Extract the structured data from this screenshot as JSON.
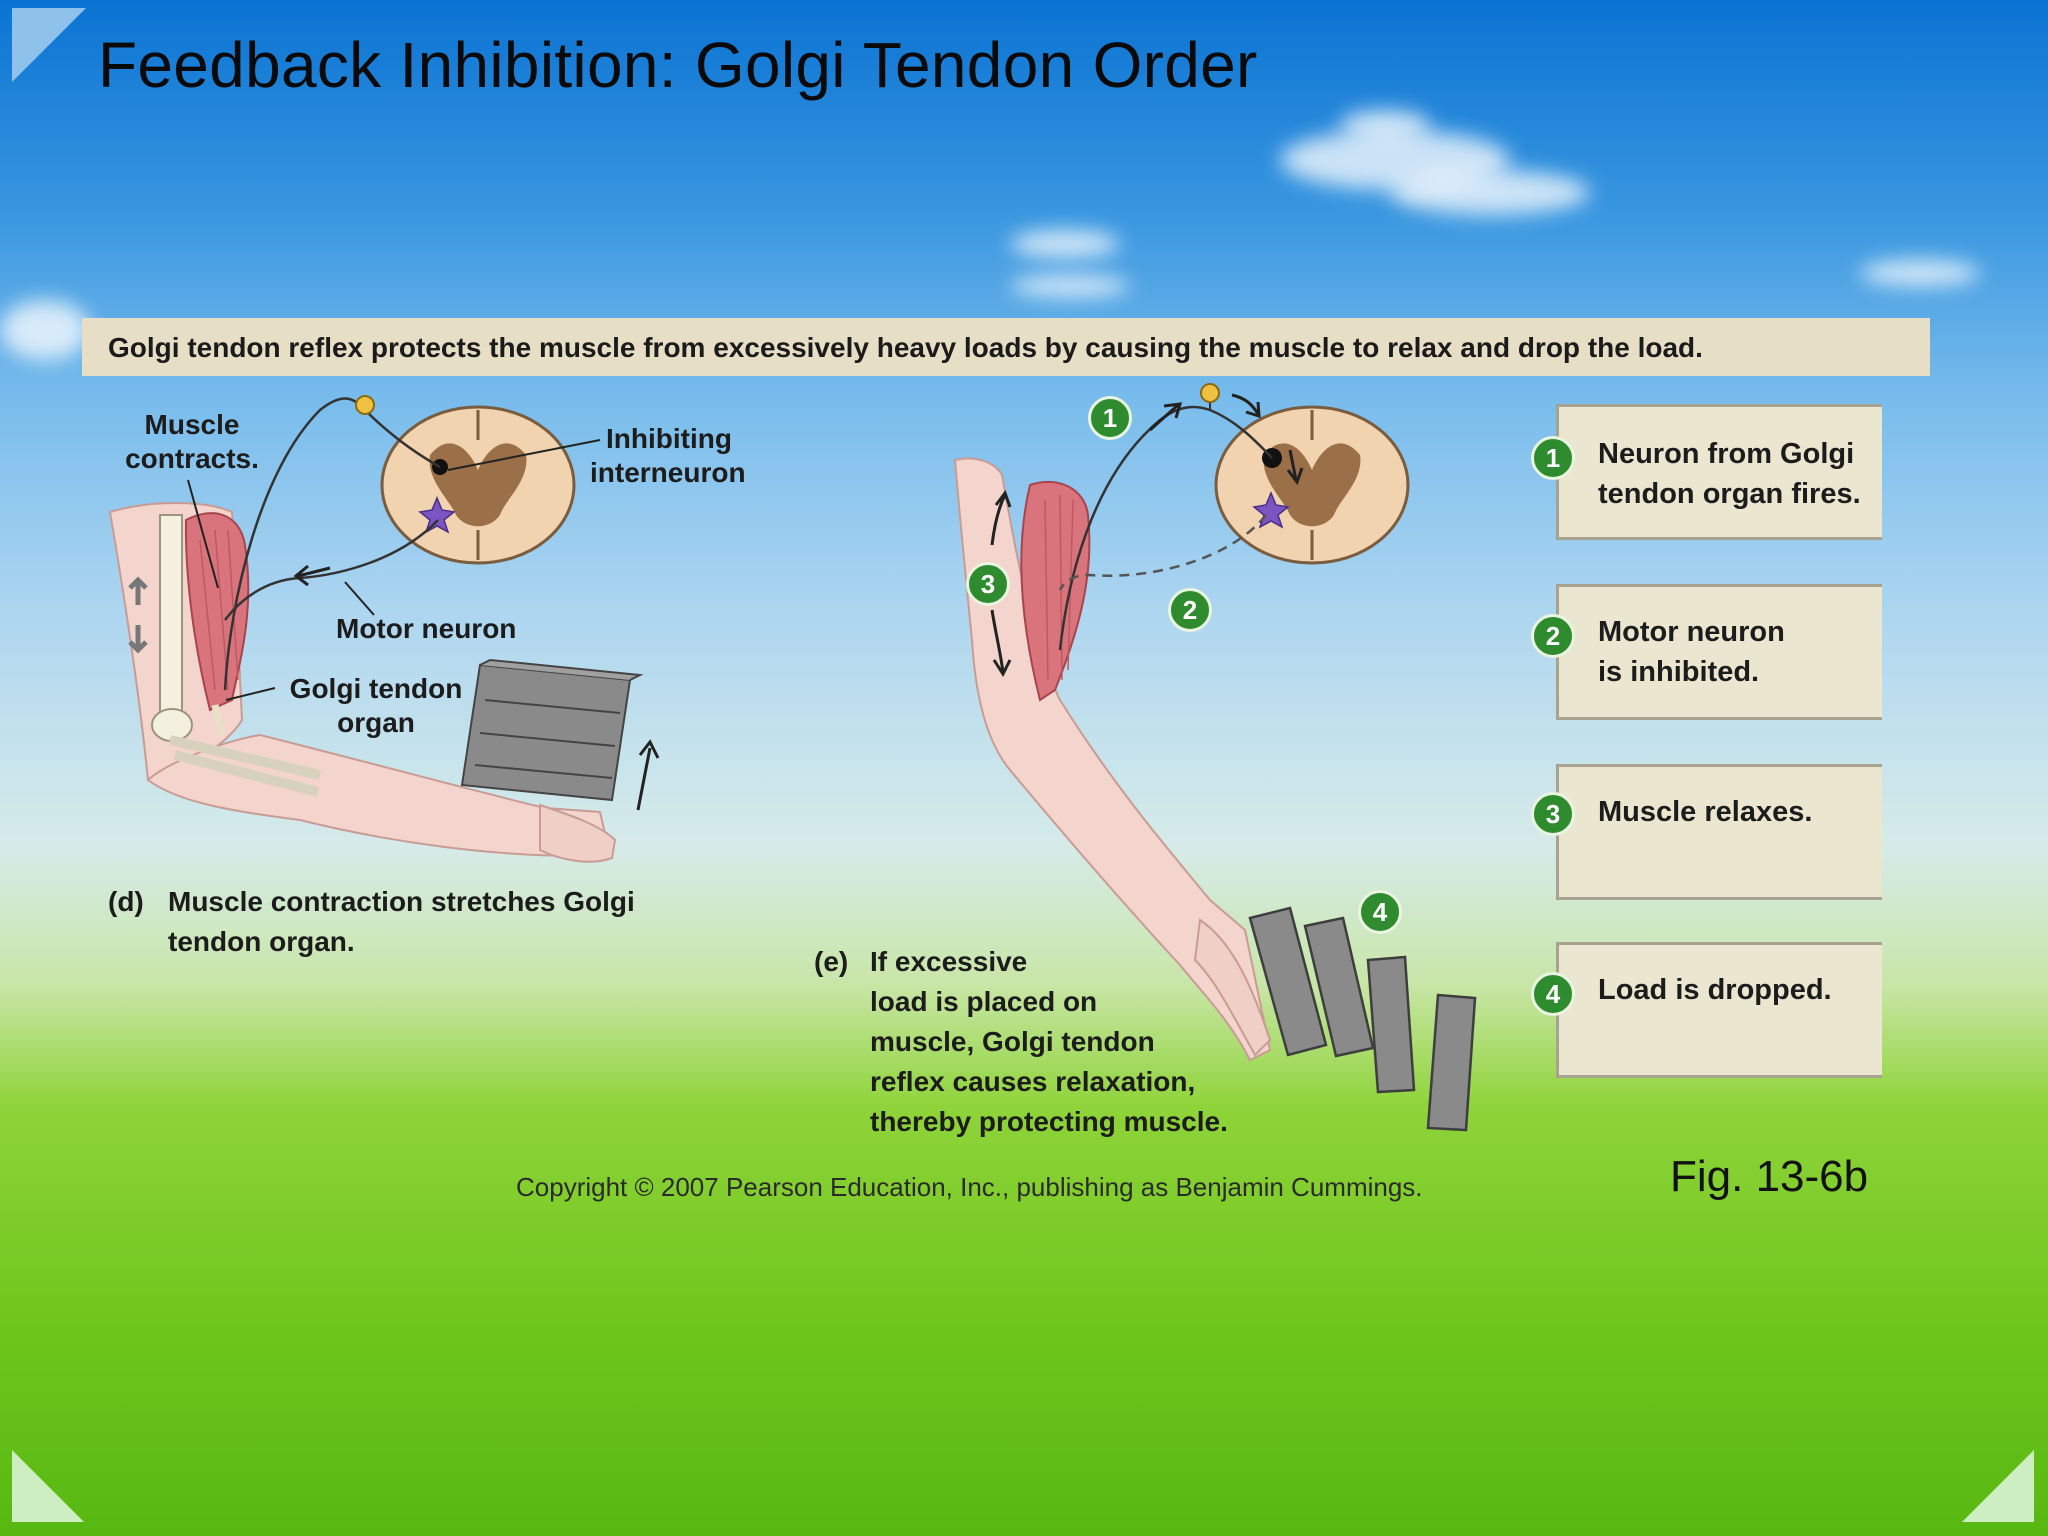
{
  "slide": {
    "title": "Feedback Inhibition: Golgi Tendon Order"
  },
  "header": {
    "bold": "Golgi tendon reflex",
    "rest": " protects the muscle from excessively heavy loads by causing the muscle to relax and drop the load."
  },
  "panel_d": {
    "label_muscle": [
      "Muscle",
      "contracts."
    ],
    "label_interneuron": [
      "Inhibiting",
      "interneuron"
    ],
    "label_motor": "Motor neuron",
    "label_golgi": [
      "Golgi tendon",
      "organ"
    ],
    "caption_tag": "(d)",
    "caption_lines": [
      "Muscle contraction stretches Golgi",
      "tendon organ."
    ]
  },
  "panel_e": {
    "caption_tag": "(e)",
    "caption_lines": [
      "If excessive",
      "load is placed on",
      "muscle, Golgi tendon",
      "reflex causes relaxation,",
      "thereby protecting muscle."
    ]
  },
  "steps": [
    {
      "num": "1",
      "lines": [
        "Neuron from Golgi",
        "tendon organ fires."
      ]
    },
    {
      "num": "2",
      "lines": [
        "Motor neuron",
        "is inhibited."
      ]
    },
    {
      "num": "3",
      "lines": [
        "Muscle relaxes."
      ]
    },
    {
      "num": "4",
      "lines": [
        "Load is dropped."
      ]
    }
  ],
  "copyright": "Copyright © 2007 Pearson Education, Inc., publishing as Benjamin Cummings.",
  "figure": "Fig. 13-6b",
  "colors": {
    "step_green": "#2e8c2e",
    "band": "#e6dfc6",
    "muscle": "#d9747c",
    "load_grey": "#808080"
  }
}
